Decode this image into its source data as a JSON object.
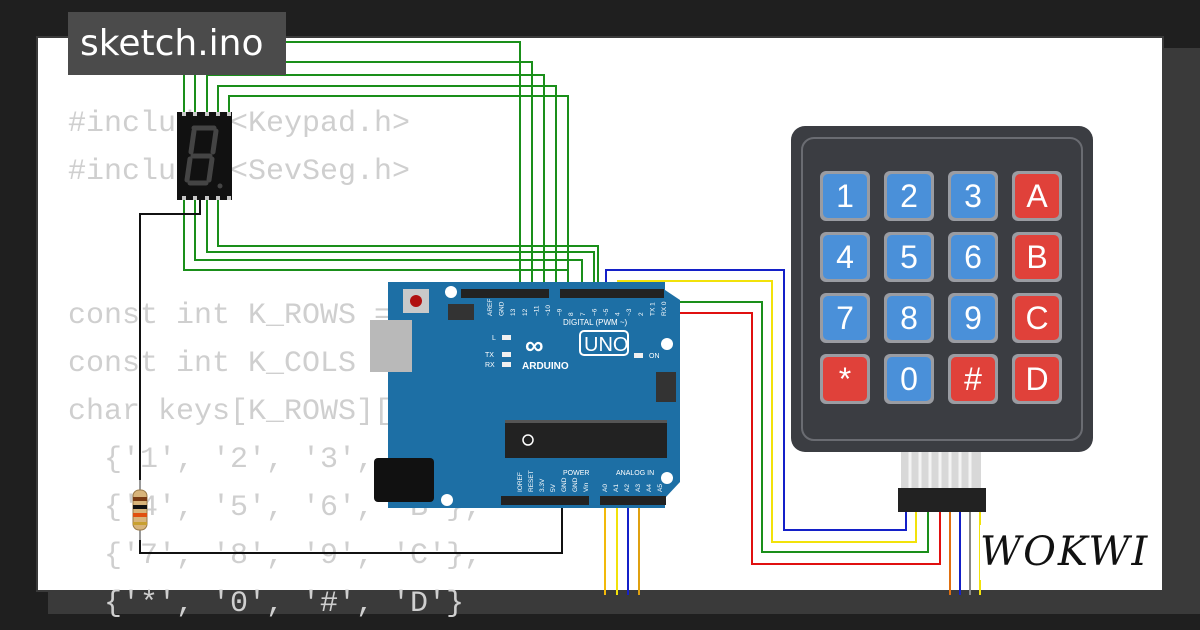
{
  "project": {
    "title": "sketch.ino"
  },
  "brand": {
    "logo_text": "WOKWI"
  },
  "code_lines": [
    "#include <Keypad.h>",
    "#include <SevSeg.h>",
    "",
    "const int K_ROWS = 4; // rows",
    "const int K_COLS = 4; // columns",
    "char keys[K_ROWS][K_COLS] = {",
    "  {'1', '2', '3', 'A'},",
    "  {'4', '5', '6', 'B'},",
    "  {'7', '8', '9', 'C'},",
    "  {'*', '0', '#', 'D'}"
  ],
  "arduino": {
    "model": "UNO",
    "brand": "ARDUINO",
    "digital_header": "DIGITAL (PWM ~)",
    "power_header": "POWER",
    "analog_header": "ANALOG IN",
    "led_l": "L",
    "led_tx": "TX",
    "led_rx": "RX",
    "led_on": "ON",
    "digital_pins": [
      "AREF",
      "GND",
      "13",
      "12",
      "~11",
      "~10",
      "~9",
      "8",
      "7",
      "~6",
      "~5",
      "4",
      "~3",
      "2",
      "TX 1",
      "RX 0"
    ],
    "power_pins": [
      "IOREF",
      "RESET",
      "3.3V",
      "5V",
      "GND",
      "GND",
      "Vin"
    ],
    "analog_pins": [
      "A0",
      "A1",
      "A2",
      "A3",
      "A4",
      "A5"
    ]
  },
  "keypad": {
    "keys": [
      [
        "1",
        "2",
        "3",
        "A"
      ],
      [
        "4",
        "5",
        "6",
        "B"
      ],
      [
        "7",
        "8",
        "9",
        "C"
      ],
      [
        "*",
        "0",
        "#",
        "D"
      ]
    ]
  },
  "colors": {
    "background": "#1f1f1f",
    "card": "#ffffff",
    "board": "#1d6fa5",
    "keypad_body": "#3b3d42",
    "key_blue": "#4a90d9",
    "key_red": "#e0413a",
    "wire_green": "#1a8f1a",
    "wire_blue": "#1420c8",
    "wire_yellow": "#f2e20a",
    "wire_red": "#e01010",
    "wire_black": "#111111"
  }
}
